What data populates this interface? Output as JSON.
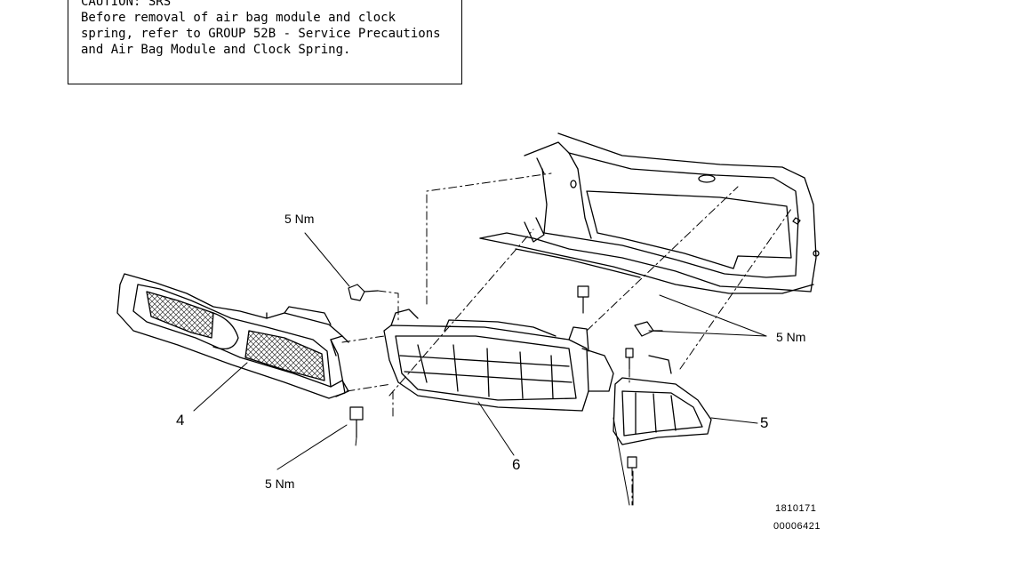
{
  "caution": {
    "title": "CAUTION: SRS",
    "text": "Before removal of air bag module and clock spring, refer to GROUP 52B - Service Precautions and Air Bag Module and Clock Spring."
  },
  "diagram": {
    "torque_labels": [
      "5 Nm",
      "5 Nm",
      "5 Nm"
    ],
    "part_numbers": [
      "4",
      "6",
      "5"
    ],
    "reference_codes": [
      "1810171",
      "00006421"
    ]
  }
}
